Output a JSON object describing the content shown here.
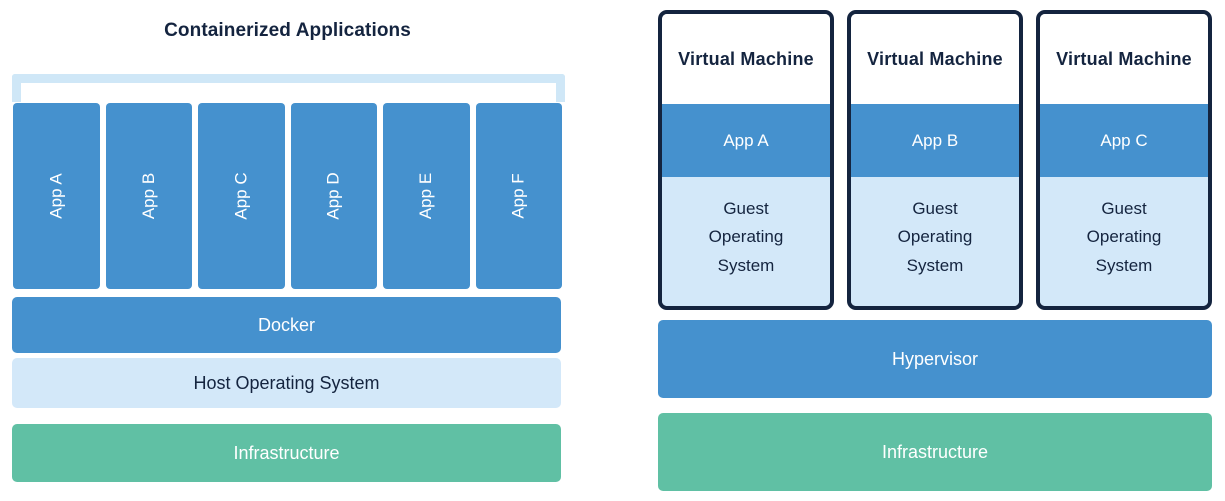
{
  "diagram": {
    "left": {
      "title": "Containerized Applications",
      "bracket_name": "containers-bracket",
      "apps": [
        {
          "label": "App A"
        },
        {
          "label": "App B"
        },
        {
          "label": "App C"
        },
        {
          "label": "App D"
        },
        {
          "label": "App E"
        },
        {
          "label": "App F"
        }
      ],
      "layers": [
        {
          "label": "Docker",
          "color": "#4591ce",
          "text_color": "#ffffff"
        },
        {
          "label": "Host Operating System",
          "color": "#d3e8f9",
          "text_color": "#14243f"
        },
        {
          "label": "Infrastructure",
          "color": "#60c0a4",
          "text_color": "#ffffff"
        }
      ]
    },
    "right": {
      "vms": [
        {
          "title": "Virtual Machine",
          "app": "App A",
          "guest_os": "Guest\nOperating\nSystem"
        },
        {
          "title": "Virtual Machine",
          "app": "App B",
          "guest_os": "Guest\nOperating\nSystem"
        },
        {
          "title": "Virtual Machine",
          "app": "App C",
          "guest_os": "Guest\nOperating\nSystem"
        }
      ],
      "layers": [
        {
          "label": "Hypervisor",
          "color": "#4591ce",
          "text_color": "#ffffff"
        },
        {
          "label": "Infrastructure",
          "color": "#60c0a4",
          "text_color": "#ffffff"
        }
      ]
    },
    "colors": {
      "blue": "#4591ce",
      "light_blue": "#d3e8f9",
      "bracket_blue": "#cfe7f7",
      "green": "#60c0a4",
      "navy": "#14243f",
      "white": "#ffffff"
    }
  }
}
